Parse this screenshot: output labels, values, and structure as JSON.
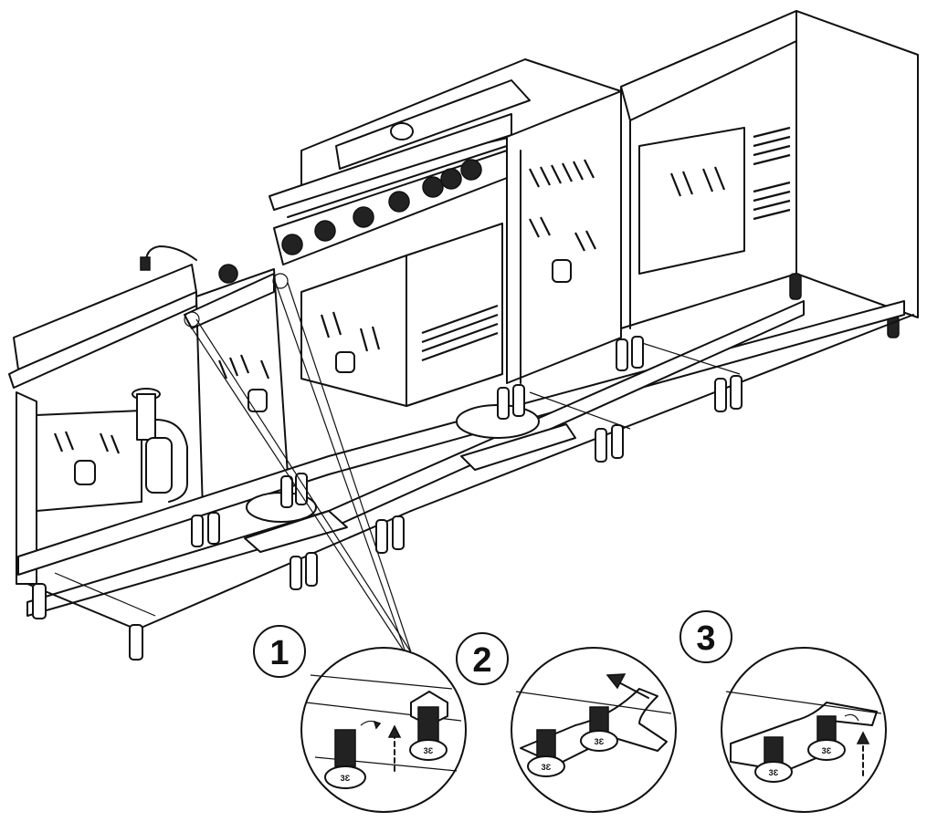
{
  "steps": [
    {
      "number": "1",
      "icon": "bolt-align-detail"
    },
    {
      "number": "2",
      "icon": "slide-bracket-arrow-detail"
    },
    {
      "number": "3",
      "icon": "seat-bolt-detail"
    }
  ],
  "bolt_marks": [
    "3Ɛ",
    "3Ɛ",
    "3Ɛ",
    "3Ɛ",
    "3Ɛ",
    "3Ɛ"
  ],
  "colors": {
    "line": "#111111",
    "background": "#ffffff"
  }
}
